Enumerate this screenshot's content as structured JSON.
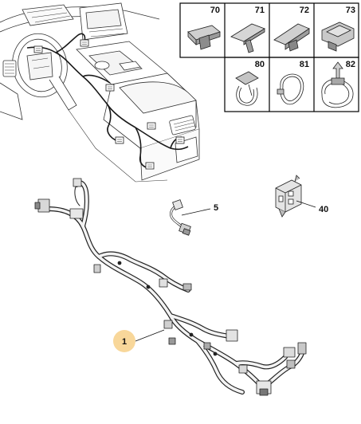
{
  "parts_grid": {
    "cells": [
      {
        "label": "70",
        "icon": "push-clip-icon"
      },
      {
        "label": "71",
        "icon": "fir-tree-clip-icon"
      },
      {
        "label": "72",
        "icon": "edge-clip-icon"
      },
      {
        "label": "73",
        "icon": "grommet-clip-icon"
      },
      {
        "label": "80",
        "icon": "cable-tie-mount-icon"
      },
      {
        "label": "81",
        "icon": "cable-tie-icon"
      },
      {
        "label": "82",
        "icon": "arrow-cable-tie-icon"
      }
    ]
  },
  "callouts": {
    "harness": "1",
    "jumper_lead": "5",
    "bracket": "40"
  },
  "colors": {
    "highlight": "#f8d79a",
    "line": "#111111",
    "harness_fill": "#f2f2f2"
  }
}
